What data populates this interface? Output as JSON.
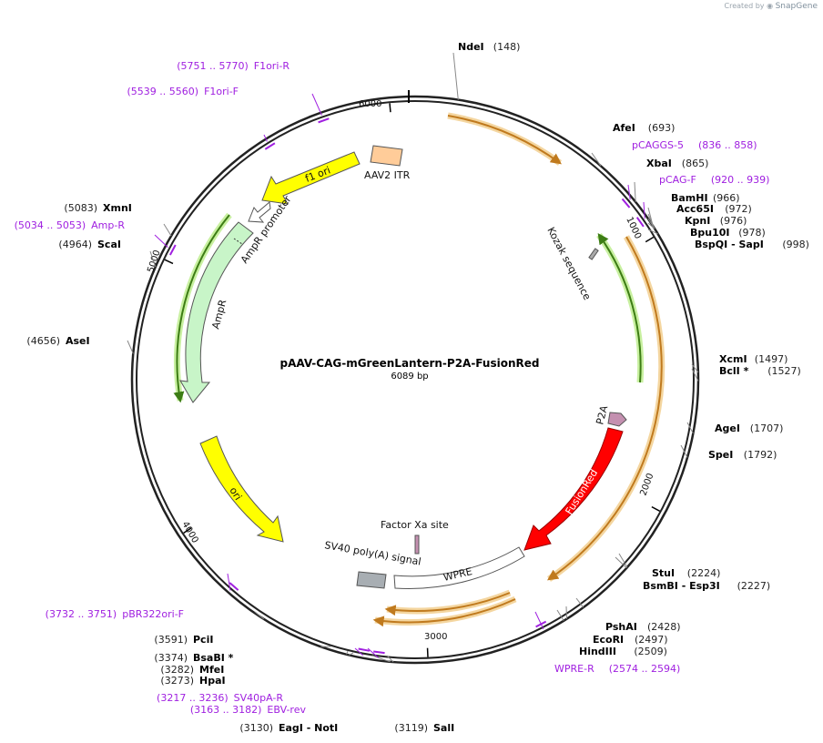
{
  "credit": {
    "prefix": "Created by",
    "brand": "SnapGene"
  },
  "plasmid": {
    "name": "pAAV-CAG-mGreenLantern-P2A-FusionRed",
    "length": "6089 bp"
  },
  "colors": {
    "orange_arrow": "#c07a1e",
    "green_arrow": "#3d7d15",
    "primer": "#a020e0",
    "fusionred": "#ff0000",
    "ampr": "#c8f5c8",
    "ori": "#ffff00",
    "itr": "#ffcc99",
    "p2a": "#c490b0",
    "polya": "#a8aeb3"
  },
  "ticks": [
    {
      "label": "1000",
      "bp": 1000
    },
    {
      "label": "2000",
      "bp": 2000
    },
    {
      "label": "3000",
      "bp": 3000
    },
    {
      "label": "4000",
      "bp": 4000
    },
    {
      "label": "5000",
      "bp": 5000
    },
    {
      "label": "6000",
      "bp": 6000
    }
  ],
  "enzymes_right": [
    {
      "name": "NdeI",
      "pos": "(148)",
      "bp": 148
    },
    {
      "name": "AfeI",
      "pos": "(693)",
      "bp": 693
    },
    {
      "name": "XbaI",
      "pos": "(865)",
      "bp": 865
    },
    {
      "name": "BamHI",
      "pos": "(966)",
      "bp": 966
    },
    {
      "name": "Acc65I",
      "pos": "(972)",
      "bp": 972
    },
    {
      "name": "KpnI",
      "pos": "(976)",
      "bp": 976
    },
    {
      "name": "Bpu10I",
      "pos": "(978)",
      "bp": 978
    },
    {
      "name": "BspQI - SapI",
      "pos": "(998)",
      "bp": 998
    },
    {
      "name": "XcmI",
      "pos": "(1497)",
      "bp": 1497
    },
    {
      "name": "BclI *",
      "pos": "(1527)",
      "bp": 1527
    },
    {
      "name": "AgeI",
      "pos": "(1707)",
      "bp": 1707
    },
    {
      "name": "SpeI",
      "pos": "(1792)",
      "bp": 1792
    },
    {
      "name": "StuI",
      "pos": "(2224)",
      "bp": 2224
    },
    {
      "name": "BsmBI - Esp3I",
      "pos": "(2227)",
      "bp": 2227
    },
    {
      "name": "PshAI",
      "pos": "(2428)",
      "bp": 2428
    },
    {
      "name": "EcoRI",
      "pos": "(2497)",
      "bp": 2497
    },
    {
      "name": "HindIII",
      "pos": "(2509)",
      "bp": 2509
    }
  ],
  "enzymes_left": [
    {
      "name": "XmnI",
      "pos": "(5083)",
      "bp": 5083
    },
    {
      "name": "ScaI",
      "pos": "(4964)",
      "bp": 4964
    },
    {
      "name": "AseI",
      "pos": "(4656)",
      "bp": 4656
    },
    {
      "name": "PciI",
      "pos": "(3591)",
      "bp": 3591
    },
    {
      "name": "BsaBI *",
      "pos": "(3374)",
      "bp": 3374
    },
    {
      "name": "MfeI",
      "pos": "(3282)",
      "bp": 3282
    },
    {
      "name": "HpaI",
      "pos": "(3273)",
      "bp": 3273
    }
  ],
  "enzymes_bottom": [
    {
      "name": "EagI - NotI",
      "pos": "(3130)",
      "bp": 3130
    },
    {
      "name": "SalI",
      "pos": "(3119)",
      "bp": 3119
    }
  ],
  "primers": [
    {
      "name": "F1ori-R",
      "range": "(5751 .. 5770)",
      "bp": 5760,
      "side": "left"
    },
    {
      "name": "F1ori-F",
      "range": "(5539 .. 5560)",
      "bp": 5550,
      "side": "left"
    },
    {
      "name": "pCAGGS-5",
      "range": "(836 .. 858)",
      "bp": 847,
      "side": "right"
    },
    {
      "name": "pCAG-F",
      "range": "(920 .. 939)",
      "bp": 930,
      "side": "right"
    },
    {
      "name": "Amp-R",
      "range": "(5034 .. 5053)",
      "bp": 5043,
      "side": "left"
    },
    {
      "name": "pBR322ori-F",
      "range": "(3732 .. 3751)",
      "bp": 3742,
      "side": "left"
    },
    {
      "name": "SV40pA-R",
      "range": "(3217 .. 3236)",
      "bp": 3226,
      "side": "left"
    },
    {
      "name": "EBV-rev",
      "range": "(3163 .. 3182)",
      "bp": 3172,
      "side": "left"
    },
    {
      "name": "WPRE-R",
      "range": "(2574 .. 2594)",
      "bp": 2584,
      "side": "right"
    }
  ],
  "features": [
    {
      "name": "f1 ori",
      "color": "#ffff00"
    },
    {
      "name": "AAV2 ITR",
      "color": "#ffcc99"
    },
    {
      "name": "AmpR promoter",
      "color": "#ffffff"
    },
    {
      "name": "AmpR",
      "color": "#c8f5c8"
    },
    {
      "name": "ori",
      "color": "#ffff00"
    },
    {
      "name": "Kozak sequence",
      "color": "#aaaaaa"
    },
    {
      "name": "P2A",
      "color": "#c490b0"
    },
    {
      "name": "FusionRed",
      "color": "#ff0000"
    },
    {
      "name": "Factor Xa site",
      "color": "#c490b0"
    },
    {
      "name": "SV40 poly(A) signal",
      "color": "#a8aeb3"
    },
    {
      "name": "WPRE",
      "color": "#ffffff"
    }
  ]
}
